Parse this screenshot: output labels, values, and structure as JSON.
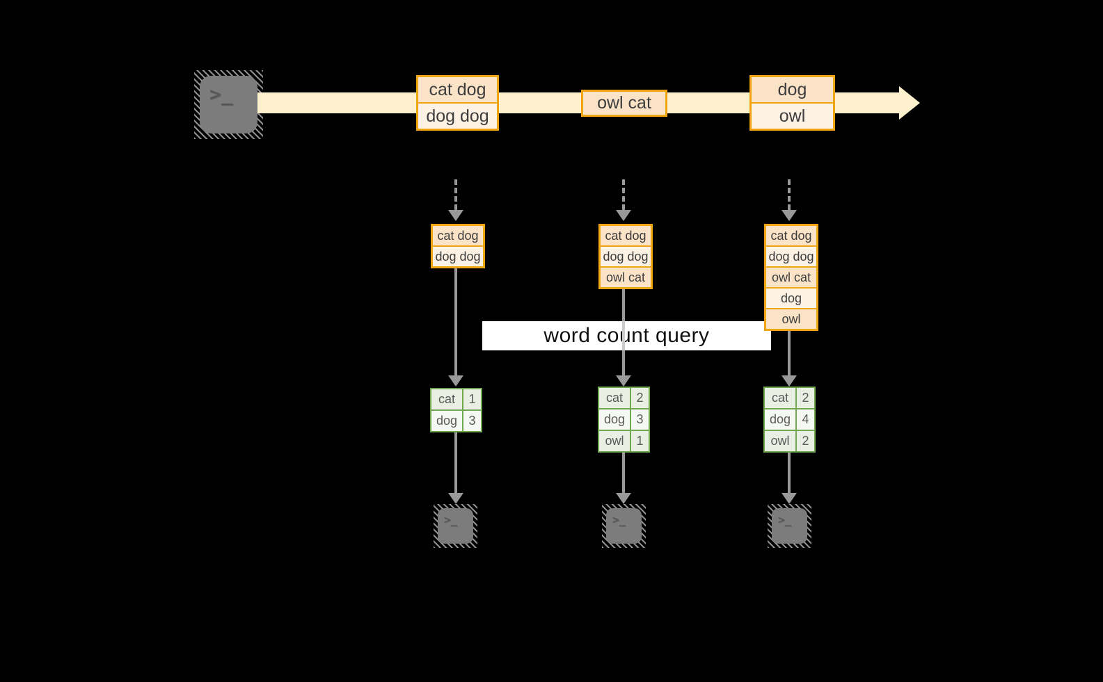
{
  "background_color": "#000000",
  "colors": {
    "stream_arrow": "#fdf1cd",
    "box_border": "#f0a513",
    "box_fill_dark": "#fbe3c7",
    "box_fill_light": "#fdf2e4",
    "connector_gray": "#999999",
    "table_border": "#6fa84f",
    "table_cell_fill": "#e9efe3",
    "table_cell_fill_light": "#f6f8f3",
    "query_band_bg": "#ffffff"
  },
  "icons": {
    "terminal_glyph": ">_"
  },
  "stream": {
    "events": [
      {
        "rows": [
          "cat dog",
          "dog dog"
        ]
      },
      {
        "rows": [
          "owl cat"
        ]
      },
      {
        "rows": [
          "dog",
          "owl"
        ]
      }
    ]
  },
  "query": {
    "label": "word count query"
  },
  "batches": [
    {
      "rows": [
        "cat dog",
        "dog dog"
      ]
    },
    {
      "rows": [
        "cat dog",
        "dog dog",
        "owl cat"
      ]
    },
    {
      "rows": [
        "cat dog",
        "dog dog",
        "owl cat",
        "dog",
        "owl"
      ]
    }
  ],
  "results": [
    {
      "rows": [
        {
          "word": "cat",
          "count": "1"
        },
        {
          "word": "dog",
          "count": "3"
        }
      ]
    },
    {
      "rows": [
        {
          "word": "cat",
          "count": "2"
        },
        {
          "word": "dog",
          "count": "3"
        },
        {
          "word": "owl",
          "count": "1"
        }
      ]
    },
    {
      "rows": [
        {
          "word": "cat",
          "count": "2"
        },
        {
          "word": "dog",
          "count": "4"
        },
        {
          "word": "owl",
          "count": "2"
        }
      ]
    }
  ]
}
